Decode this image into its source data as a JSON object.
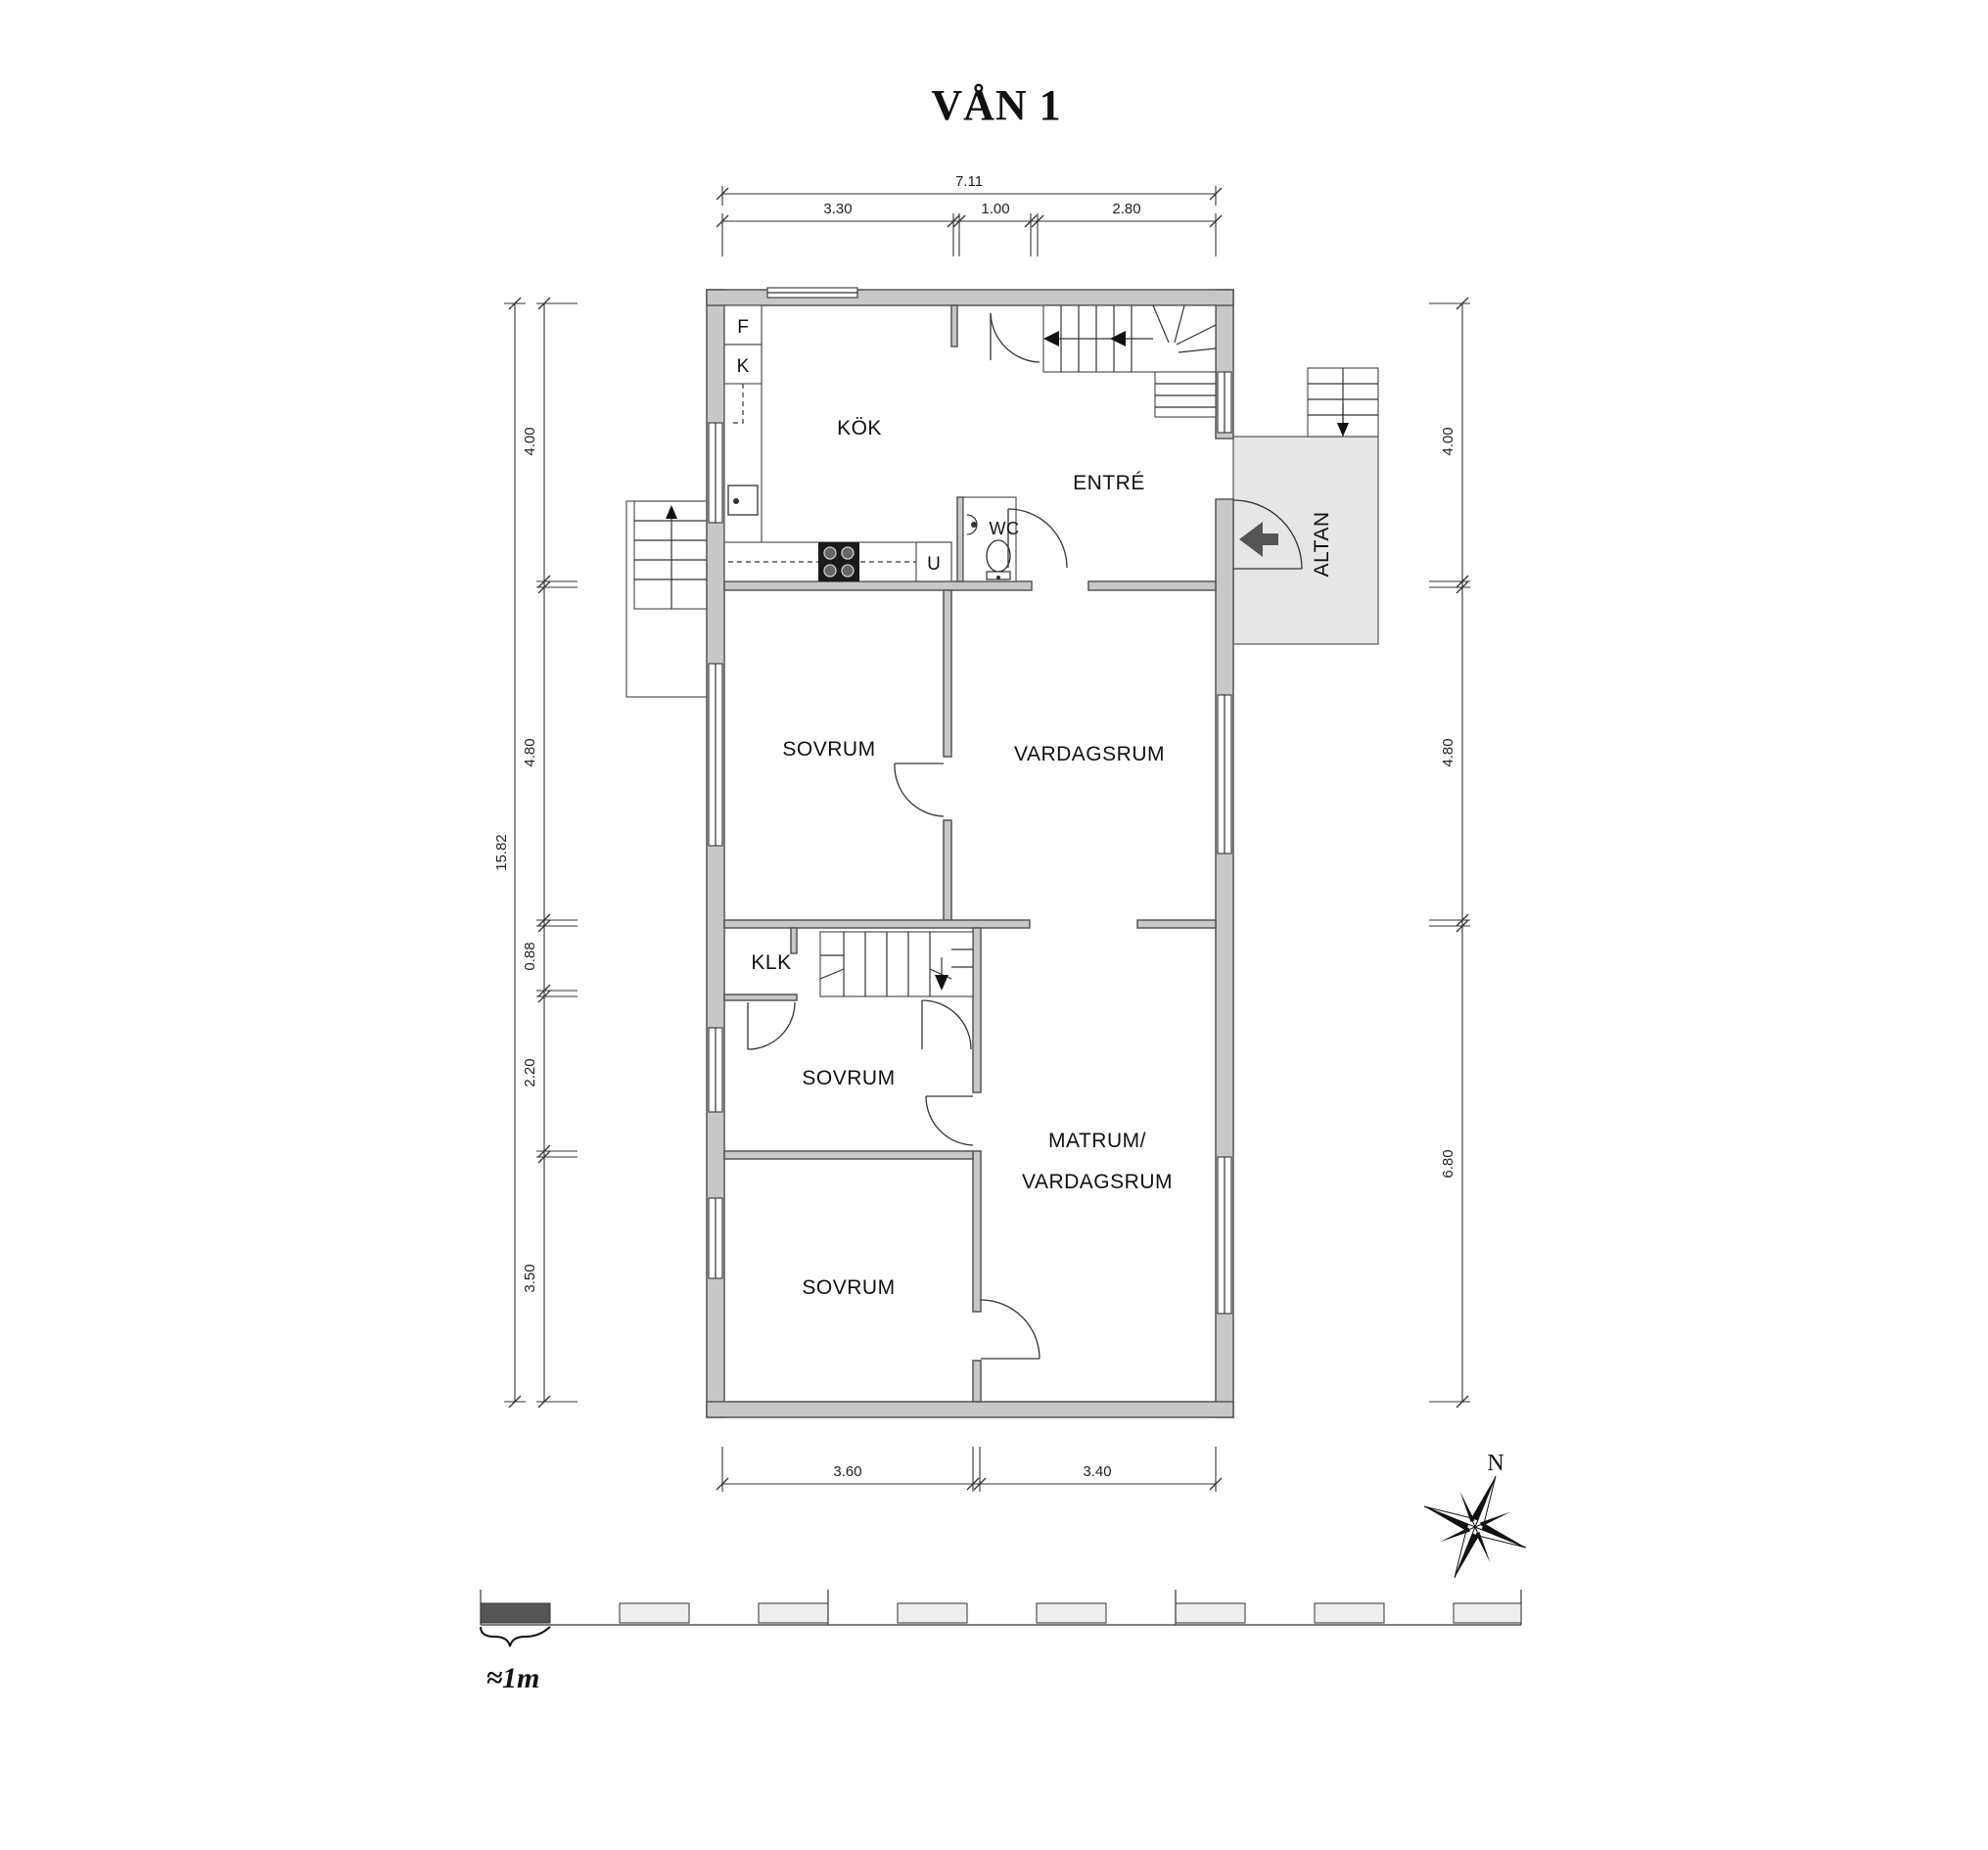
{
  "title": "VÅN 1",
  "rooms": {
    "kok": "KÖK",
    "entre": "ENTRÉ",
    "wc": "WC",
    "sovrum_1": "SOVRUM",
    "vardagsrum": "VARDAGSRUM",
    "klk": "KLK",
    "sovrum_2": "SOVRUM",
    "matrum_line1": "MATRUM/",
    "matrum_line2": "VARDAGSRUM",
    "sovrum_3": "SOVRUM",
    "altan": "ALTAN"
  },
  "fixtures": {
    "fridge": "F",
    "freezer": "K",
    "utility": "U"
  },
  "dimensions": {
    "top_total": "7.11",
    "top_segments": [
      "3.30",
      "1.00",
      "2.80"
    ],
    "bottom_segments": [
      "3.60",
      "3.40"
    ],
    "left_total": "15.82",
    "left_segments": [
      "4.00",
      "4.80",
      "0.88",
      "2.20",
      "3.50"
    ],
    "right_segments": [
      "4.00",
      "4.80",
      "6.80"
    ]
  },
  "compass": {
    "north_label": "N"
  },
  "scale": {
    "label": "≈1m"
  }
}
